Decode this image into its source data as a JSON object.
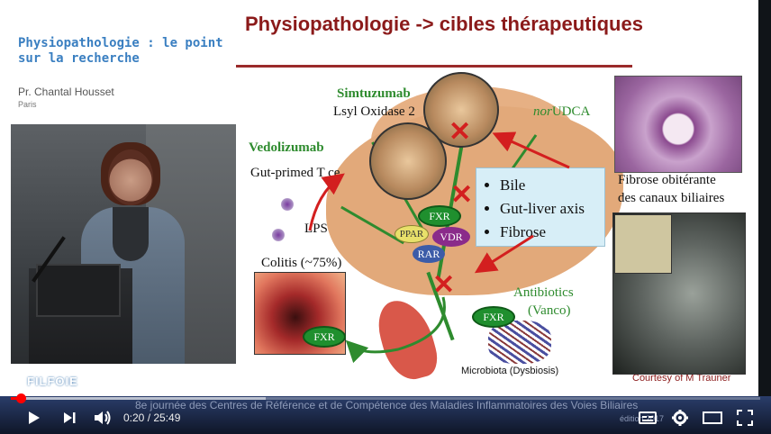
{
  "presentation": {
    "title": "Physiopathologie : le point sur la recherche",
    "speaker": "Pr. Chantal Housset",
    "city": "Paris",
    "org_logo_text": "FILFOIE"
  },
  "slide": {
    "title": "Physiopathologie -> cibles thérapeutiques",
    "labels": {
      "simtuzumab": "Simtuzumab",
      "lysyl": "Lsyl Oxidase 2",
      "norudca_italic": "nor",
      "norudca_rest": "UDCA",
      "vedolizumab": "Vedolizumab",
      "gut_primed": "Gut-primed T ce",
      "lps": "LPS",
      "colitis": "Colitis (~75%)",
      "antibiotics": "Antibiotics",
      "vanco": "(Vanco)",
      "microbiota": "Microbiota (Dysbiosis)",
      "fibrose_caption_1": "Fibrose obitérante",
      "fibrose_caption_2": "des canaux biliaires",
      "courtesy": "Courtesy of M Trauner"
    },
    "callout_items": [
      "Bile",
      "Gut-liver axis",
      "Fibrose"
    ],
    "pills": {
      "fxr_top": "FXR",
      "ppar": "PPAR",
      "vdr": "VDR",
      "rar": "RAR",
      "fxr_gut": "FXR",
      "fxr_colon": "FXR"
    }
  },
  "banner": {
    "text": "8e journée des Centres de Référence et de Compétence des Maladies Inflammatoires des Voies Biliaires",
    "edition": "édition 2017"
  },
  "player": {
    "current_time": "0:20",
    "duration": "25:49",
    "time_separator": " / ",
    "progress_fraction": 0.013,
    "buffered_fraction": 0.34,
    "accent": "#ff0000"
  }
}
